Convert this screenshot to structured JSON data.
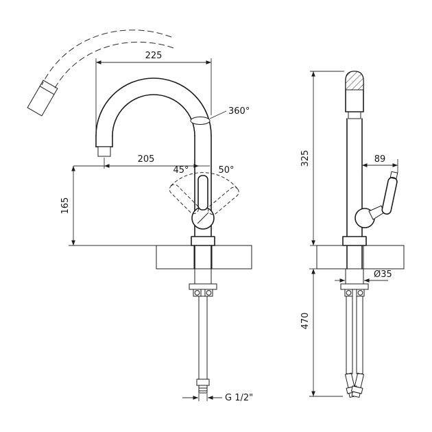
{
  "labels": {
    "spout_width": "225",
    "swivel_angle": "360°",
    "spout_reach": "205",
    "handle_swing_left": "45°",
    "handle_swing_right": "50°",
    "spout_height": "165",
    "body_height": "325",
    "handle_offset": "89",
    "hole_diameter": "Ø35",
    "hose_length": "470",
    "thread_size": "G 1/2\""
  }
}
